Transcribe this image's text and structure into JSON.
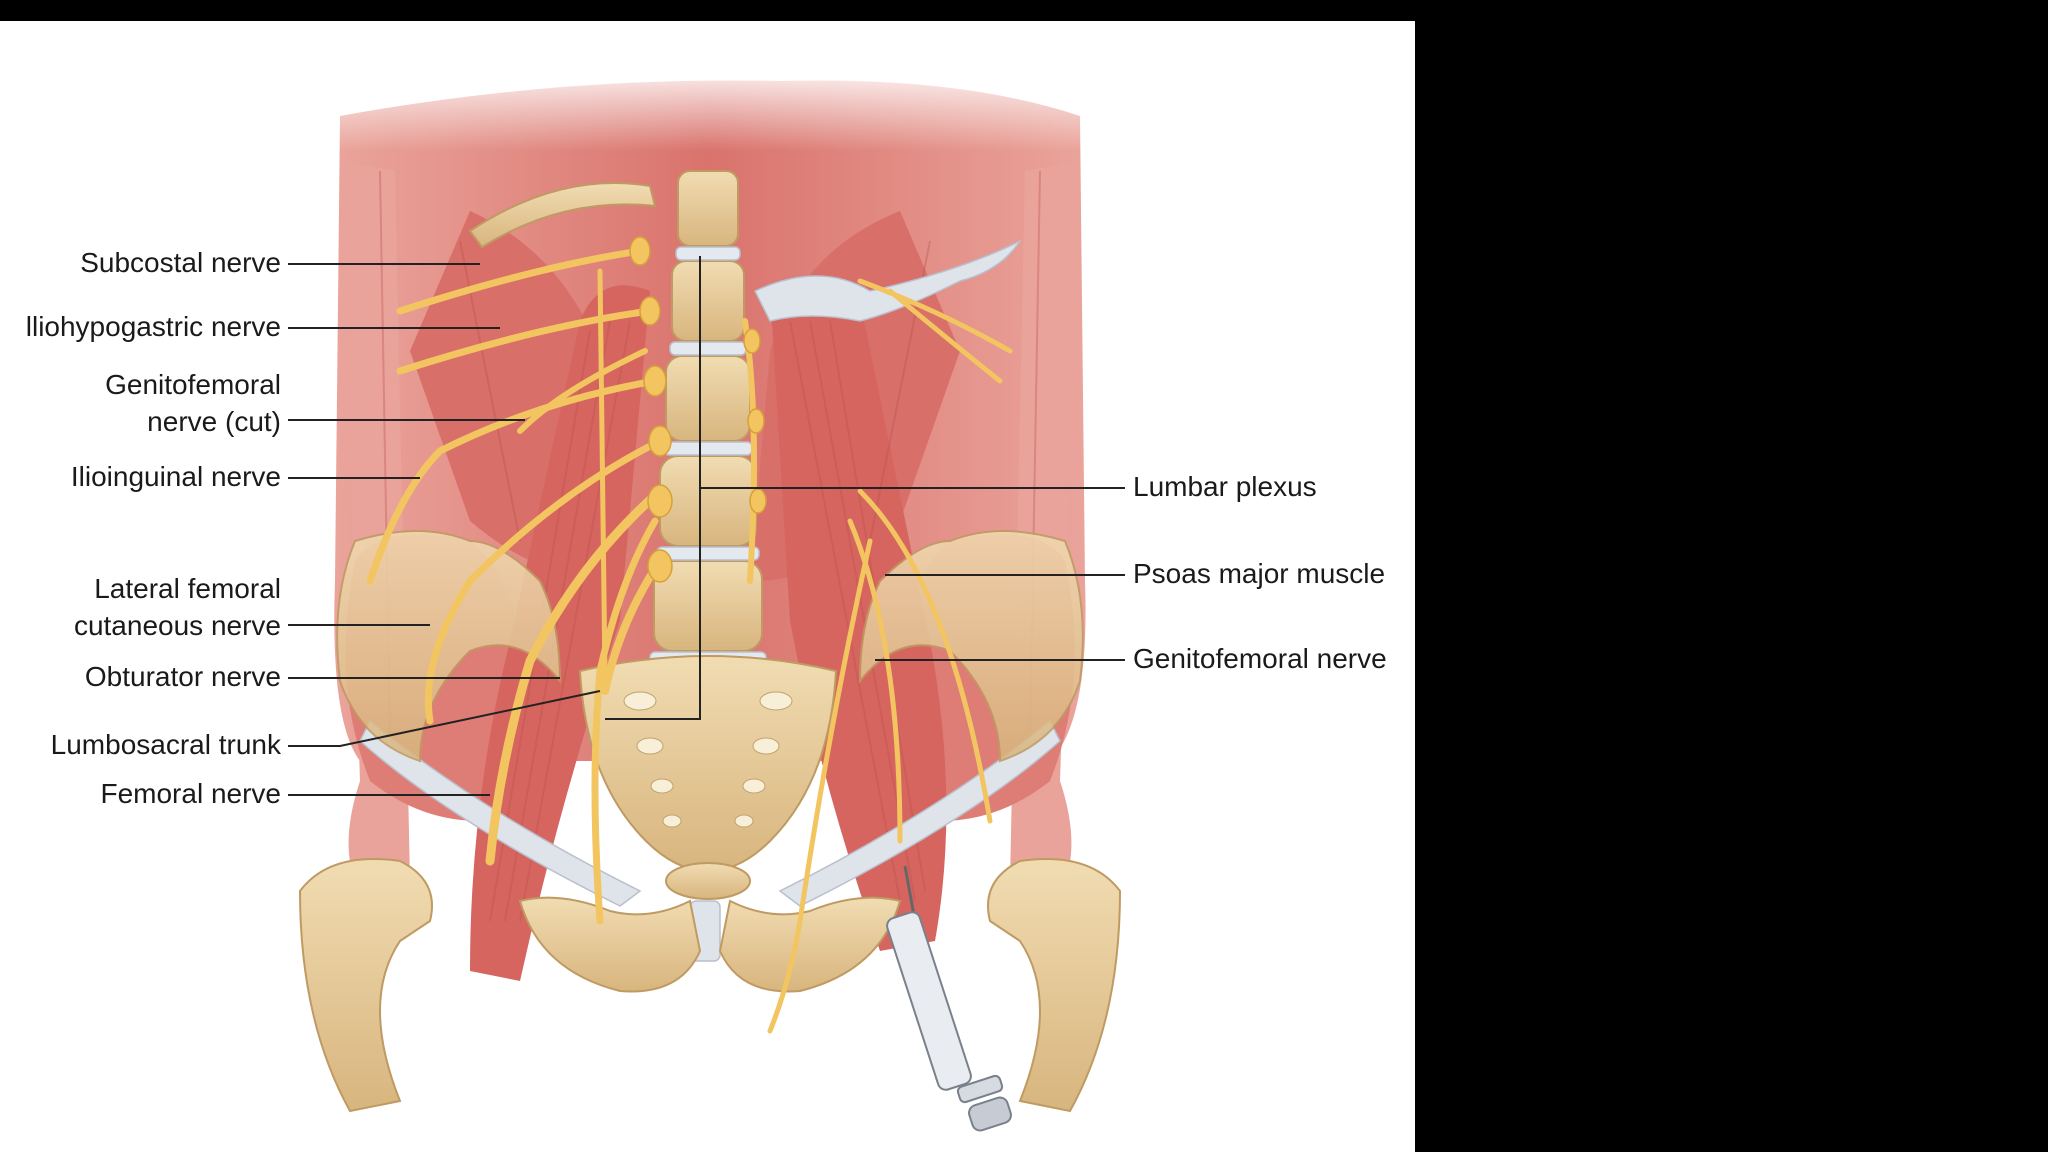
{
  "labels_left": [
    {
      "id": "subcostal",
      "text": "Subcostal nerve"
    },
    {
      "id": "iliohypogastric",
      "text": "lliohypogastric nerve"
    },
    {
      "id": "genitofemoral-cut",
      "text": "Genitofemoral\nnerve (cut)"
    },
    {
      "id": "ilioinguinal",
      "text": "Ilioinguinal nerve"
    },
    {
      "id": "lateral-femoral",
      "text": "Lateral femoral\ncutaneous nerve"
    },
    {
      "id": "obturator",
      "text": "Obturator nerve"
    },
    {
      "id": "lumbosacral",
      "text": "Lumbosacral trunk"
    },
    {
      "id": "femoral",
      "text": "Femoral nerve"
    }
  ],
  "labels_right": [
    {
      "id": "lumbar-plexus",
      "text": "Lumbar plexus"
    },
    {
      "id": "psoas",
      "text": "Psoas major muscle"
    },
    {
      "id": "genitofemoral",
      "text": "Genitofemoral nerve"
    }
  ],
  "colors": {
    "muscle": "#e0877f",
    "muscle_dark": "#c9635e",
    "bone": "#e8cfa0",
    "bone_dark": "#c9a56b",
    "nerve": "#f2c561",
    "nerve_edge": "#d6a03a",
    "ligament": "#d9dde6",
    "leader": "#222222"
  }
}
